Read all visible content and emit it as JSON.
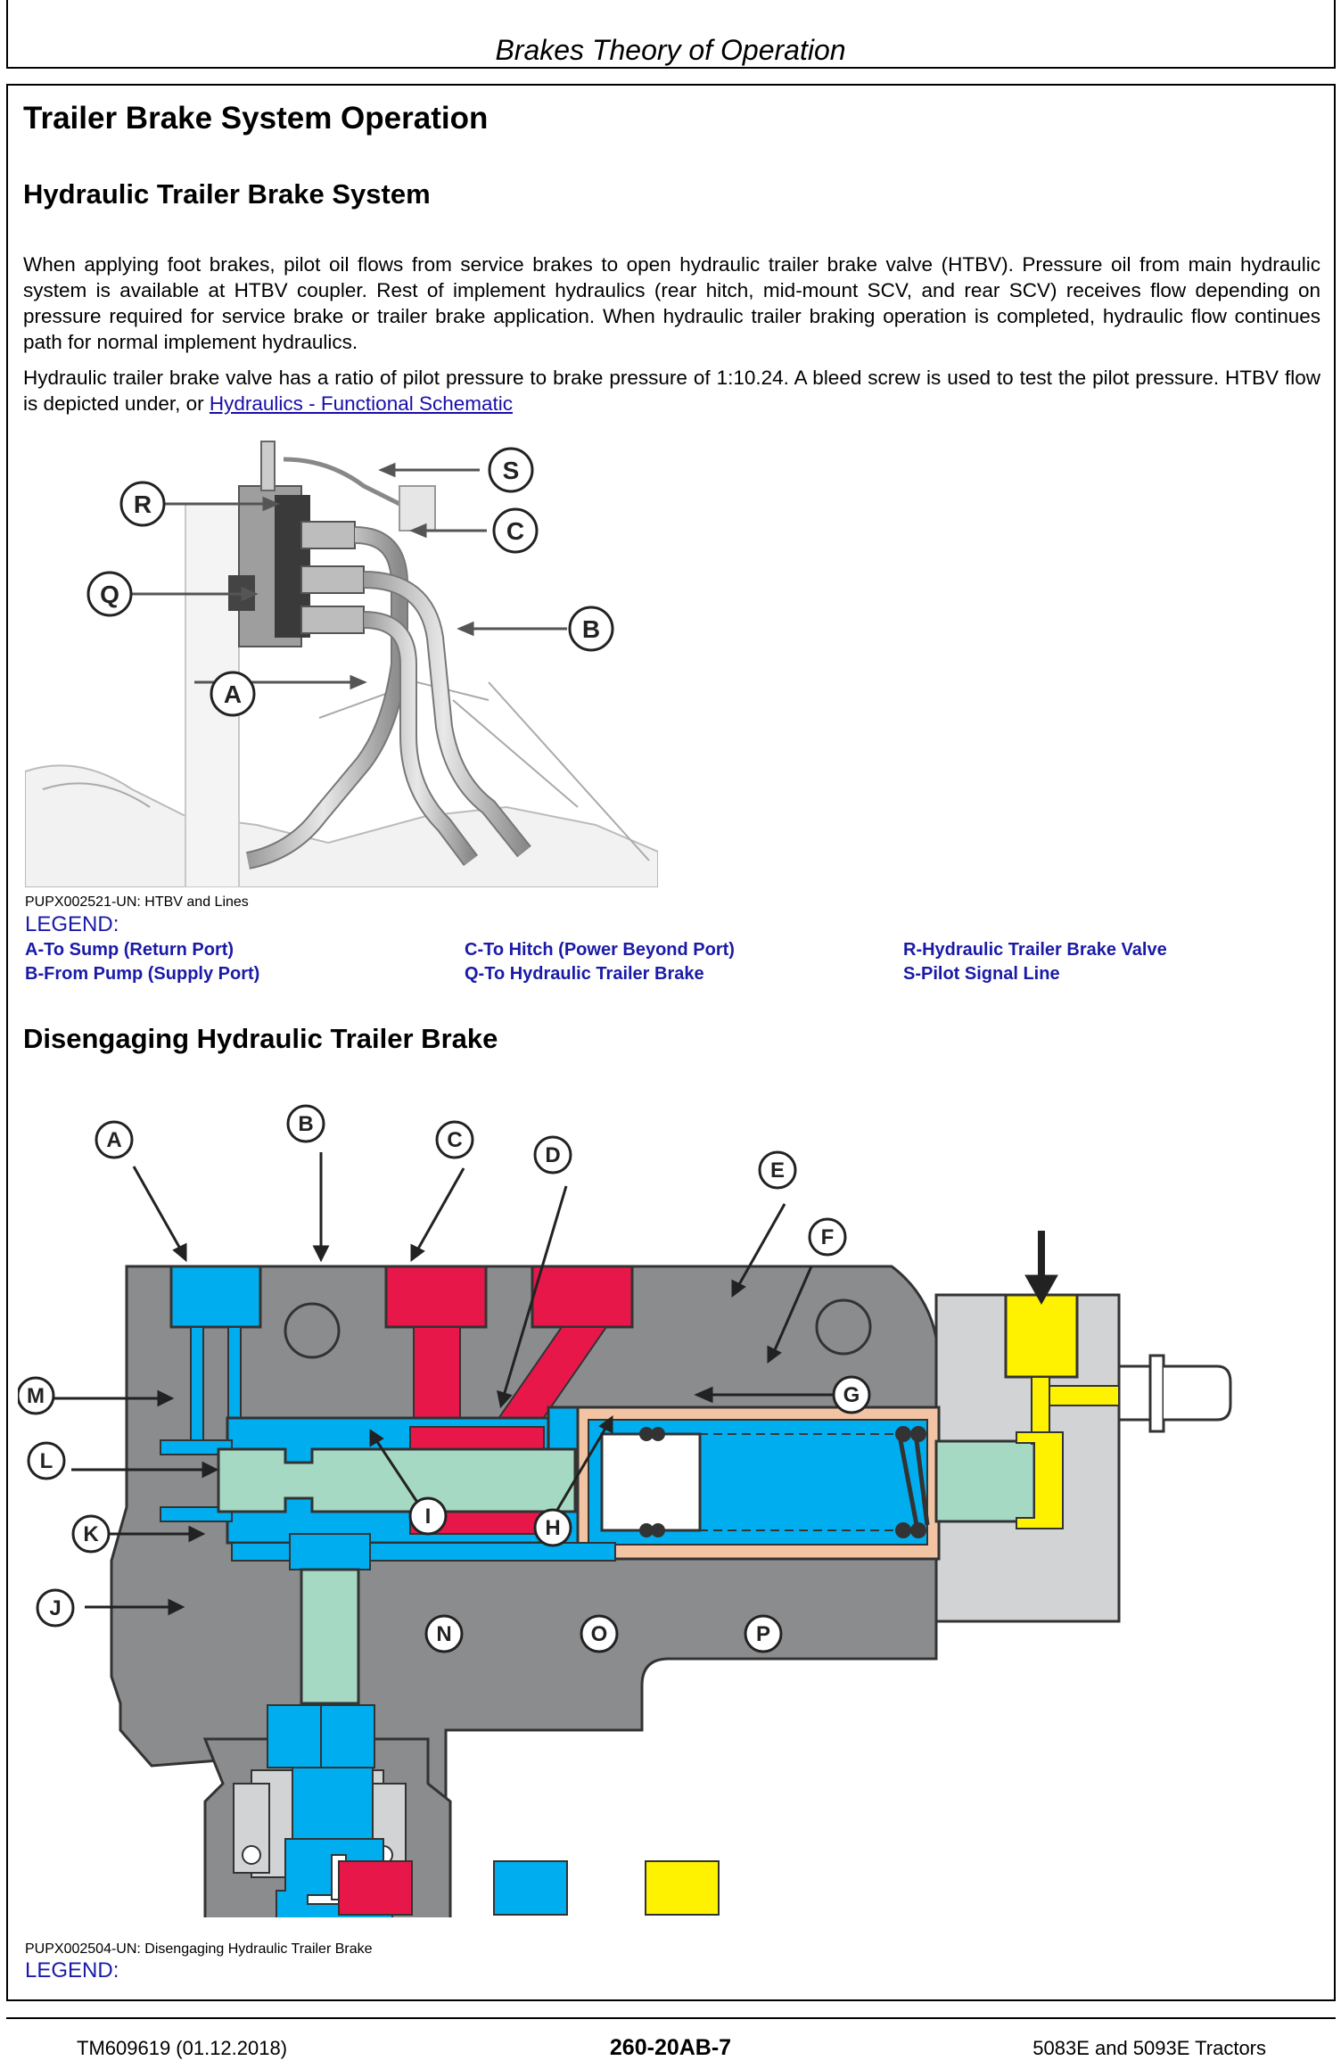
{
  "header": {
    "title": "Brakes Theory of Operation"
  },
  "section": {
    "title": "Trailer Brake System Operation",
    "subtitle": "Hydraulic Trailer Brake System",
    "paragraph1": "When applying foot brakes, pilot oil flows from service brakes to open hydraulic trailer brake valve (HTBV). Pressure oil from main hydraulic system is available at HTBV coupler. Rest of implement hydraulics (rear hitch, mid-mount SCV, and rear SCV) receives flow depending on pressure required for service brake or trailer brake application. When hydraulic trailer braking operation is completed, hydraulic flow continues path for normal implement hydraulics.",
    "paragraph2_text": "Hydraulic trailer brake valve has a ratio of pilot pressure to brake pressure of 1:10.24. A bleed screw is used to test the pilot pressure. HTBV flow is depicted under, or ",
    "paragraph2_link": "Hydraulics - Functional Schematic"
  },
  "figure1": {
    "callouts": [
      "S",
      "R",
      "C",
      "Q",
      "B",
      "A"
    ],
    "caption": "PUPX002521-UN: HTBV and Lines",
    "legend_label": "LEGEND:",
    "legend": [
      "A-To Sump (Return Port)",
      "B-From Pump (Supply Port)",
      "C-To Hitch (Power Beyond Port)",
      "Q-To Hydraulic Trailer Brake",
      "R-Hydraulic Trailer Brake Valve",
      "S-Pilot Signal Line"
    ]
  },
  "section2": {
    "title": "Disengaging Hydraulic Trailer Brake"
  },
  "figure2": {
    "callouts": [
      "A",
      "B",
      "C",
      "D",
      "E",
      "F",
      "G",
      "H",
      "I",
      "J",
      "K",
      "L",
      "M",
      "N",
      "O",
      "P"
    ],
    "colors": {
      "red": "#e8174a",
      "blue": "#00aeef",
      "yellow": "#fff200",
      "body": "#8a8c8e",
      "light": "#d1d3d4",
      "green": "#a6d9c4",
      "tan": "#f2c4a4"
    },
    "caption": "PUPX002504-UN: Disengaging Hydraulic Trailer Brake",
    "legend_label": "LEGEND:"
  },
  "footer": {
    "left": "TM609619 (01.12.2018)",
    "center": "260-20AB-7",
    "right": "5083E and 5093E Tractors"
  }
}
